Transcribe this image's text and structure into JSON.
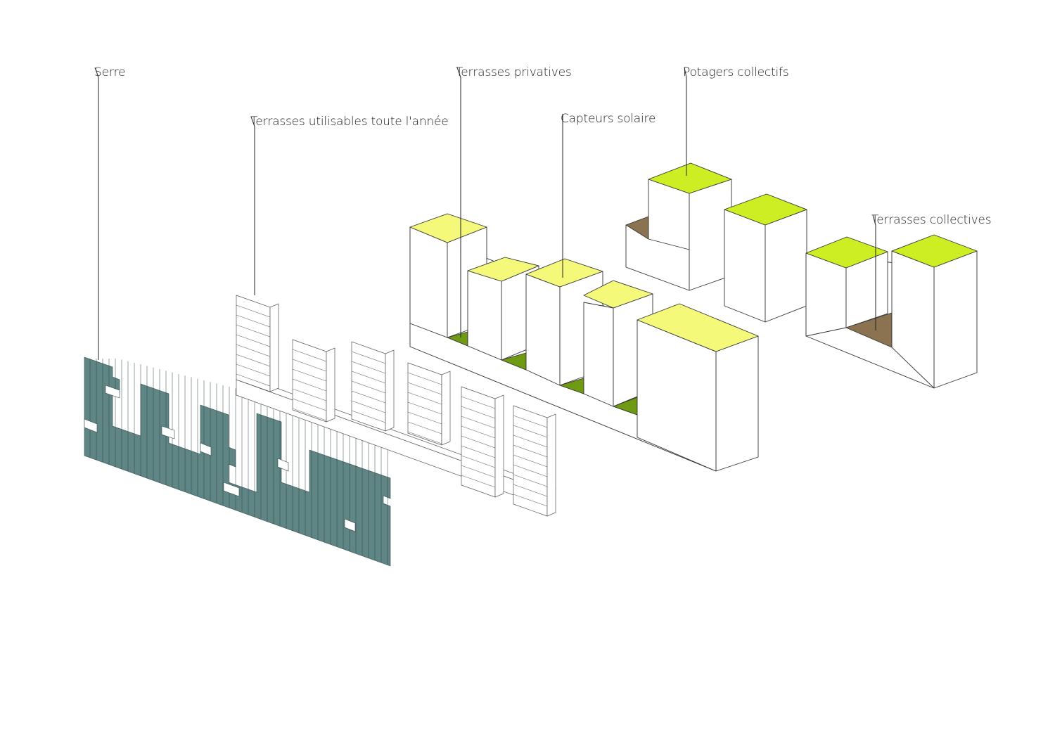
{
  "labels": {
    "serre": "Serre",
    "terrasses_utilisables": "Terrasses utilisables toute l'année",
    "terrasses_privatives": "Terrasses privatives",
    "capteurs_solaire": "Capteurs solaire",
    "potagers_collectifs": "Potagers collectifs",
    "terrasses_collectives": "Terrasses collectives"
  },
  "colors": {
    "solar_roof": "#f4f97a",
    "garden_roof": "#ccee22",
    "private_terrace": "#6e9a14",
    "collective_terrace": "#8b7250",
    "serre_panel": "#5f8585",
    "wall": "#ffffff",
    "line": "#333333"
  }
}
